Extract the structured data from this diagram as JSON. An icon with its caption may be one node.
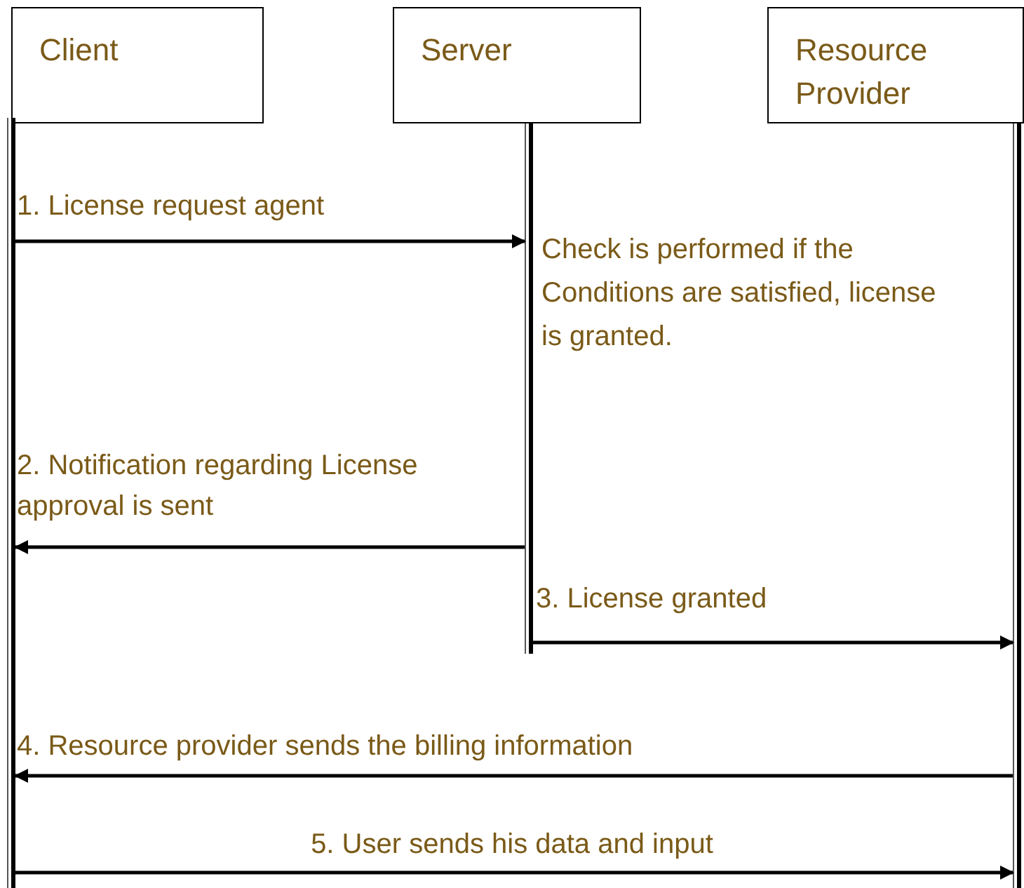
{
  "diagram": {
    "nodes": [
      {
        "text": [
          "Client"
        ]
      },
      {
        "text": [
          "Server"
        ]
      },
      {
        "text": [
          "Resource Provider"
        ]
      },
      {
        "text": [],
        "shape": "bar"
      },
      {
        "text": [],
        "shape": "bar"
      },
      {
        "text": [],
        "shape": "bar"
      }
    ],
    "edges": [
      {
        "from": 3,
        "to": 4,
        "arrow": "to",
        "label": "1. License request agent"
      },
      {
        "from": 4,
        "to": 3,
        "arrow": "to",
        "label": "2. Notification regarding License approval is sent"
      },
      {
        "from": 4,
        "to": 5,
        "arrow": "to",
        "label": "3. License granted"
      },
      {
        "from": 5,
        "to": 3,
        "arrow": "to",
        "label": "4. Resource provider sends the billing information"
      },
      {
        "from": 3,
        "to": 5,
        "arrow": "to",
        "label": "5. User sends his data and input"
      }
    ],
    "labels": [
      "Check is performed if the Conditions are satisfied, license is granted."
    ]
  }
}
